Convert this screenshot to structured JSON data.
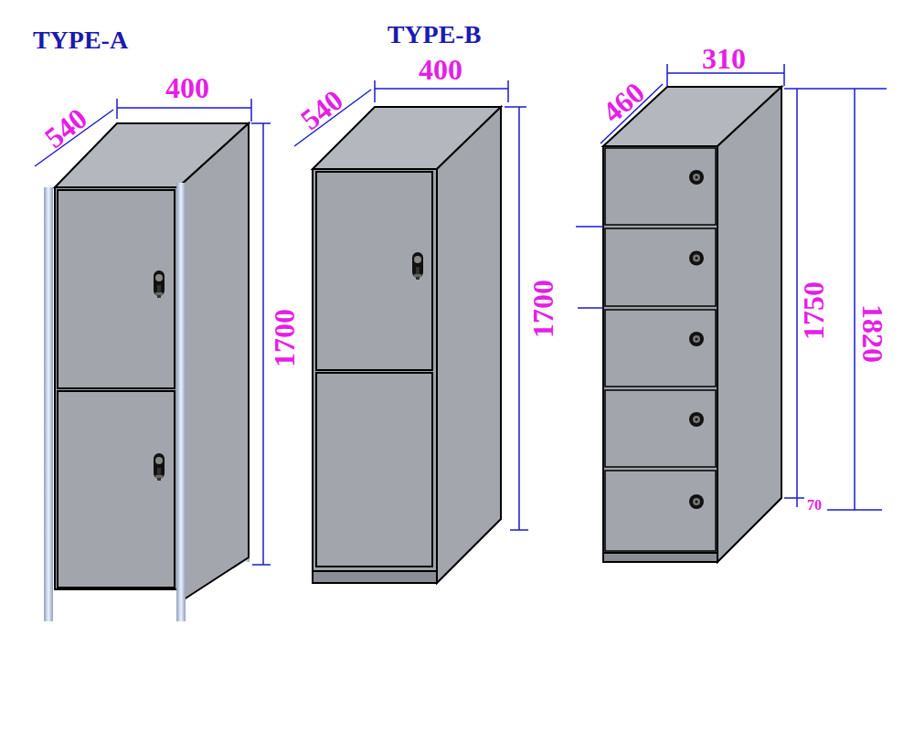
{
  "diagram": {
    "labels": [
      "TYPE-A",
      "TYPE-B",
      "540",
      "400",
      "1700",
      "540",
      "400",
      "1700",
      "460",
      "310",
      "1750",
      "1820",
      "70"
    ]
  }
}
